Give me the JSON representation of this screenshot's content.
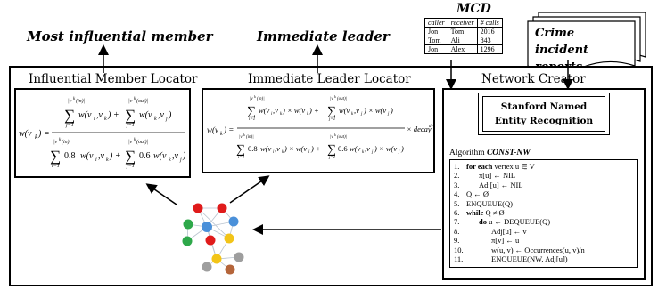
{
  "labels": {
    "most_influential": "Most influential member",
    "immediate_leader": "Immediate leader",
    "mcd_title": "MCD",
    "crime_reports": "Crime incident reports"
  },
  "mcd_table": {
    "headers": [
      "caller",
      "receiver",
      "# calls"
    ],
    "rows": [
      [
        "Jon",
        "Tom",
        "2016"
      ],
      [
        "Tom",
        "Ali",
        "843"
      ],
      [
        "Jon",
        "Alex",
        "1296"
      ]
    ]
  },
  "panels": {
    "influential_locator": "Influential Member Locator",
    "leader_locator": "Immediate Leader Locator",
    "network_creator": "Network Creator"
  },
  "ner": "Stanford Named Entity Recognition",
  "algorithm": {
    "title_prefix": "Algorithm ",
    "title_name": "CONST-NW",
    "lines": [
      {
        "n": "1.",
        "text": "for each vertex u ∈ V",
        "indent": 0
      },
      {
        "n": "2.",
        "text": "π[u] ← NIL",
        "indent": 1
      },
      {
        "n": "3.",
        "text": "Adj[u] ← NIL",
        "indent": 1
      },
      {
        "n": "4.",
        "text": "Q ← Ø",
        "indent": 0
      },
      {
        "n": "5.",
        "text": "ENQUEUE(Q)",
        "indent": 0
      },
      {
        "n": "6.",
        "text": "while Q ≠ Ø",
        "indent": 0
      },
      {
        "n": "7.",
        "text": "do u ← DEQUEUE(Q)",
        "indent": 1
      },
      {
        "n": "8.",
        "text": "Adj[u] ← v",
        "indent": 2
      },
      {
        "n": "9.",
        "text": "π[v] ← u",
        "indent": 2
      },
      {
        "n": "10.",
        "text": "w(u, v) ← Occurrences(u, v)/n",
        "indent": 2
      },
      {
        "n": "11.",
        "text": "ENQUEUE(NW, Adj[u])",
        "indent": 2
      }
    ]
  },
  "formula1": {
    "lhs": "w(v",
    "decay": "decay"
  },
  "network_colors": {
    "red": "#e01b1b",
    "blue": "#4a90d9",
    "yellow": "#f2c418",
    "green": "#2ea84a",
    "gray": "#9e9e9e",
    "brown": "#b5653a"
  }
}
